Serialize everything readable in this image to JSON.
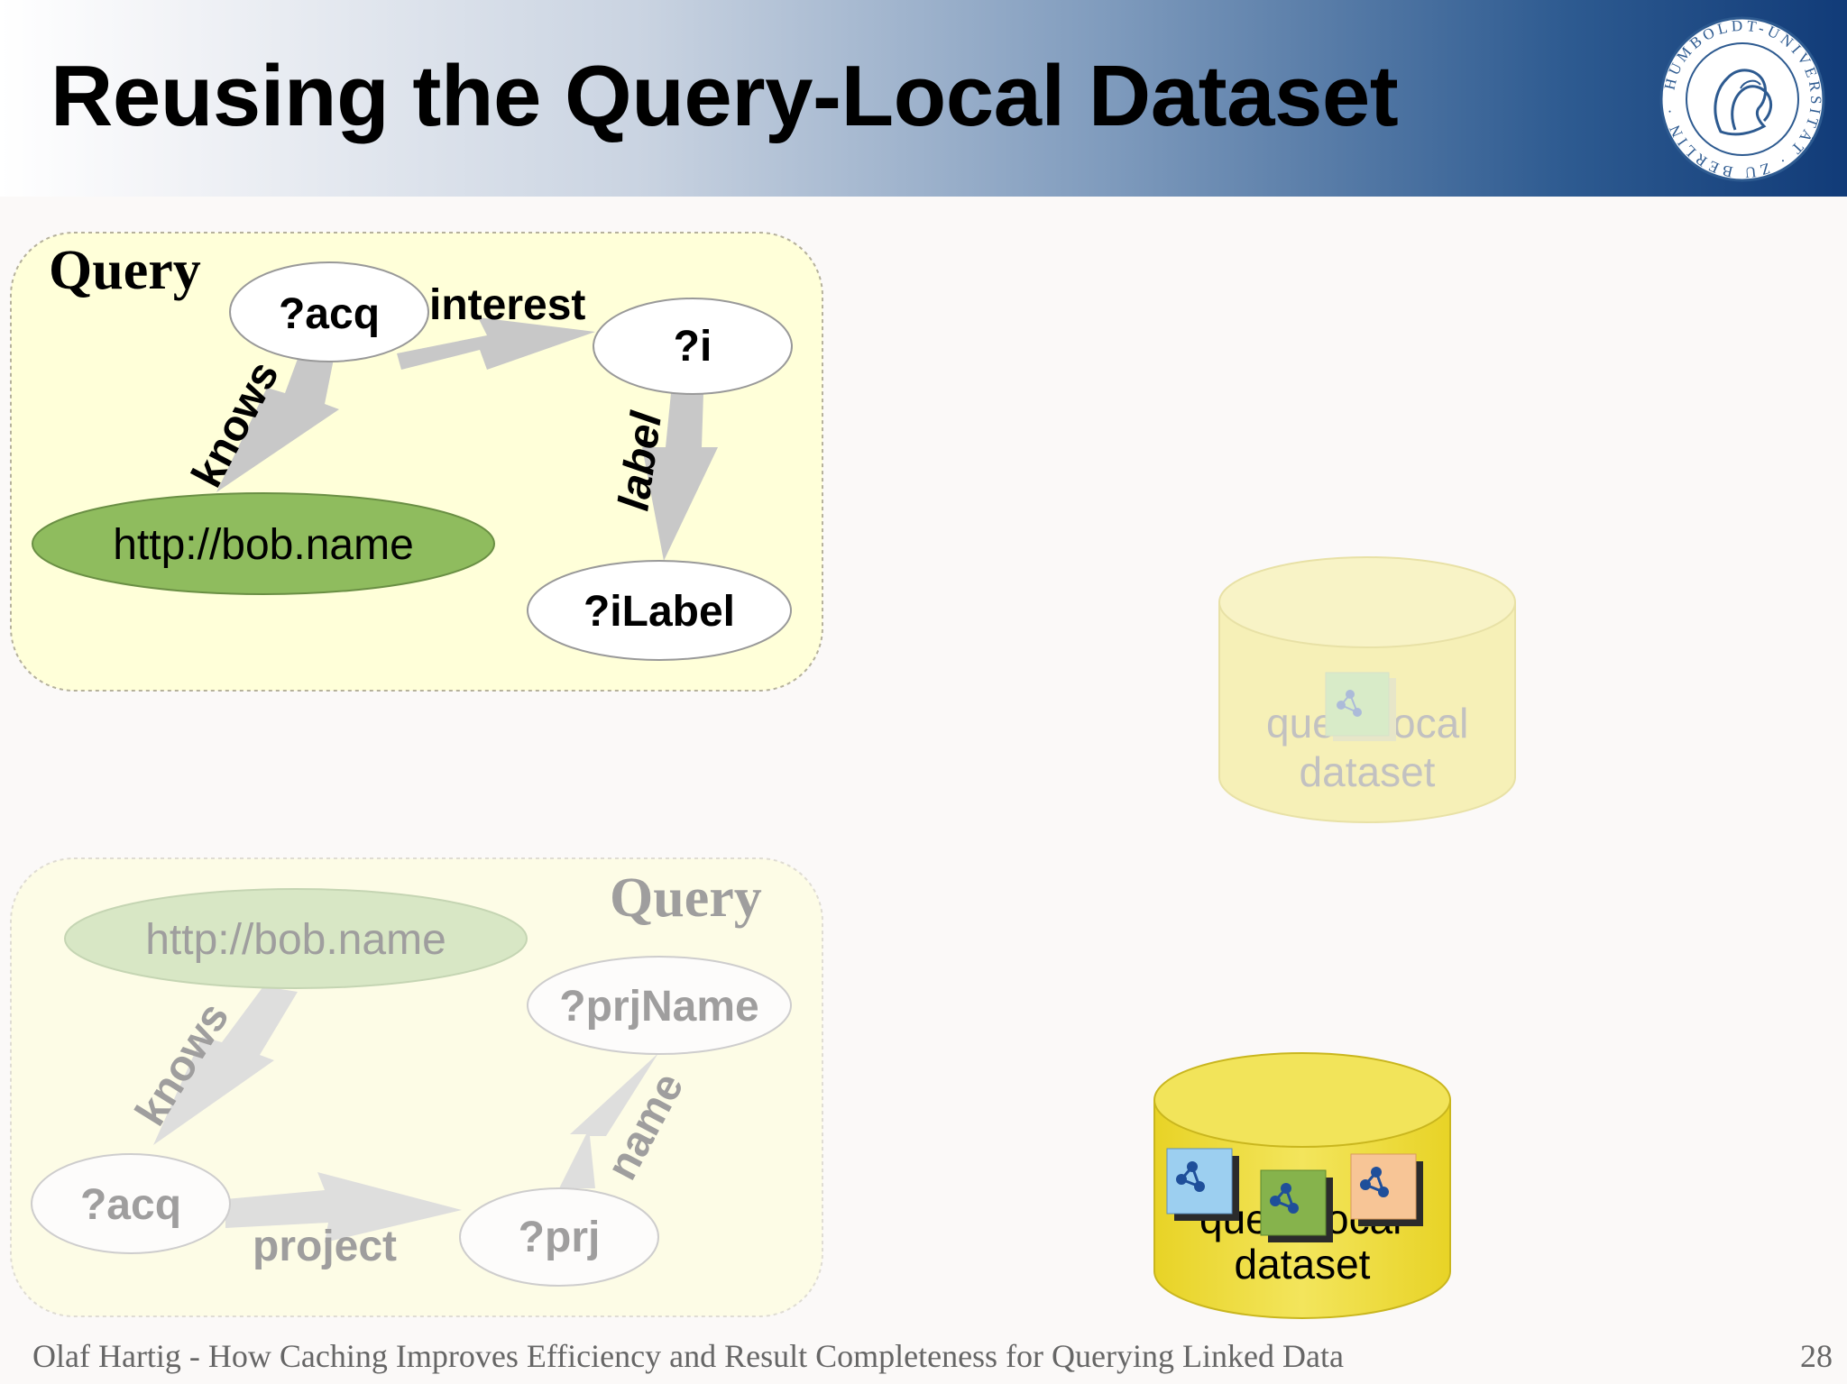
{
  "slide": {
    "title": "Reusing the Query-Local Dataset",
    "footer": "Olaf Hartig - How Caching Improves Efficiency and Result Completeness for Querying Linked Data",
    "page_number": "28",
    "logo_text": "HUMBOLDT-UNIVERSITÄT ZU BERLIN"
  },
  "query1": {
    "label": "Query",
    "nodes": {
      "acq": "?acq",
      "i": "?i",
      "bob": "http://bob.name",
      "ilabel": "?iLabel"
    },
    "edges": {
      "interest": "interest",
      "knows": "knows",
      "label": "label"
    }
  },
  "query2": {
    "label": "Query",
    "nodes": {
      "bob": "http://bob.name",
      "prjname": "?prjName",
      "acq": "?acq",
      "prj": "?prj"
    },
    "edges": {
      "knows": "knows",
      "name": "name",
      "project": "project"
    }
  },
  "dataset_top": {
    "line1": "query-local",
    "line2": "dataset",
    "visible1": "que",
    "visible2": "ocal"
  },
  "dataset_bottom": {
    "line1": "query-local",
    "line2": "dataset",
    "visible1": "que",
    "visible2": "ocal"
  },
  "colors": {
    "query_panel": "#ffffd9",
    "bob_node": "#8fbc5e",
    "cylinder_top": "#f2e45a",
    "cylinder_faded": "#f4eeb0"
  }
}
